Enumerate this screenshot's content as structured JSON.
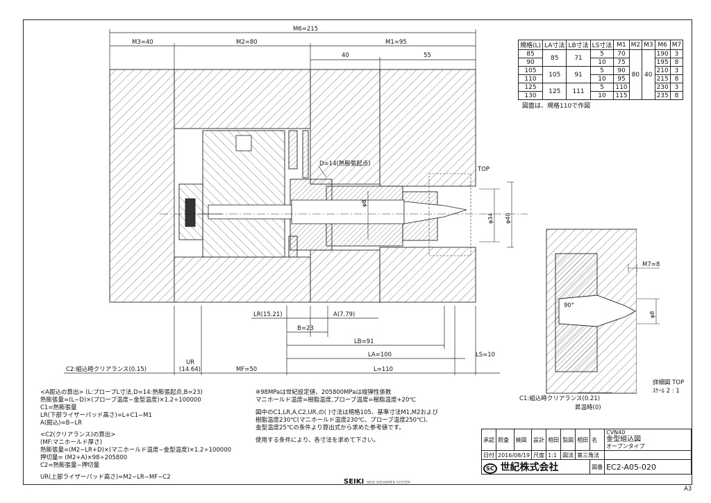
{
  "dims": {
    "m6": "M6=215",
    "m3": "M3=40",
    "m2": "M2=80",
    "m1": "M1=95",
    "d40": "40",
    "d55": "55",
    "d14": "D=14(熱膨張起点)",
    "top": "TOP",
    "phi8": "φ8",
    "phi34": "φ34",
    "phi40": "φ40",
    "lr": "LR(15.21)",
    "a": "A(7.79)",
    "b": "B=23",
    "lb": "LB=91",
    "la": "LA=100",
    "ls": "LS=10",
    "l": "L=110",
    "c2": "C2:組込時クリアランス(0.15)",
    "ur": "UR",
    "ur_val": "(14.64)",
    "mf": "MF=50"
  },
  "spec_table": {
    "headers": [
      "規格(L)",
      "LA寸法",
      "LB寸法",
      "LS寸法",
      "M1",
      "M2",
      "M3",
      "M6",
      "M7"
    ],
    "rows": [
      [
        "85",
        "85",
        "71",
        "5",
        "70",
        "80",
        "40",
        "190",
        "3"
      ],
      [
        "90",
        "",
        "",
        "10",
        "75",
        "",
        "",
        "195",
        "8"
      ],
      [
        "105",
        "105",
        "91",
        "5",
        "90",
        "",
        "",
        "210",
        "3"
      ],
      [
        "110",
        "",
        "",
        "10",
        "95",
        "",
        "",
        "215",
        "8"
      ],
      [
        "125",
        "125",
        "111",
        "5",
        "110",
        "",
        "",
        "230",
        "3"
      ],
      [
        "130",
        "",
        "",
        "10",
        "115",
        "",
        "",
        "235",
        "8"
      ]
    ],
    "note": "図面は、規格110で作図"
  },
  "detail": {
    "m7": "M7=8",
    "angle": "90°",
    "phi8": "φ8",
    "title": "詳細図 TOP",
    "scale": "ｽｹｰﾙ 2 : 1",
    "c1": "C1:組込時クリアランス(0.21)",
    "temp": "昇温時(0)"
  },
  "notes_left": [
    "<A掘込の算出> (L:プローブL寸法,D=14:熱膨張起点,B=23)",
    "熱膨張量=(L−D)×(プローブ温度−金型温度)×1.2÷100000",
    "C1=熱膨張量",
    "LR(下部ライザーパッド高さ)=L+C1−M1",
    "A(掘込)=B−LR",
    "",
    "<C2(クリアランス)の算出>",
    "(MF:マニホールド厚さ)",
    "熱膨張量=(M2−LR+D)×(マニホールド温度−金型温度)×1.2÷100000",
    "押切量= (M2+A)×98÷205800",
    "C2=熱膨張量−押切量",
    "",
    "UR(上部ライザーパッド高さ)=M2−LR−MF−C2"
  ],
  "notes_right": [
    "※98MPaは世紀設定値、205800MPaは縦弾性係数",
    "  マニホールド温度=樹脂温度,プローブ温度=樹脂温度+20℃",
    "",
    "図中のC1,LR,A,C2,UR,の( )寸法は規格105、基準寸法M1,M2および",
    "樹脂温度230℃(マニホールド温度230℃、プローブ温度250℃)、",
    "金型温度25℃の条件より算出式から求めた参考値です。",
    "",
    "使用する条件により、各寸法を求めて下さい。"
  ],
  "title_block": {
    "approve": "承認",
    "check": "照査",
    "verify": "検図",
    "design": "設計",
    "draw": "製図",
    "name": "名",
    "designer": "相田",
    "drafter": "相田",
    "product": "CVN40",
    "title": "金型組込図",
    "subtitle": "オープンタイプ",
    "date_label": "日付",
    "date": "2016/08/19",
    "scale_label": "尺度",
    "scale": "1:1",
    "method_label": "図法",
    "method": "第三角法",
    "company": "世紀株式会社",
    "logo": "SC",
    "num_label": "図番",
    "number": "EC2-A05-020"
  },
  "paper_size": "A3",
  "footer_logo": "SEIKI",
  "footer_logo_sub": "SEIKI SPEARMEN SYSTEM"
}
